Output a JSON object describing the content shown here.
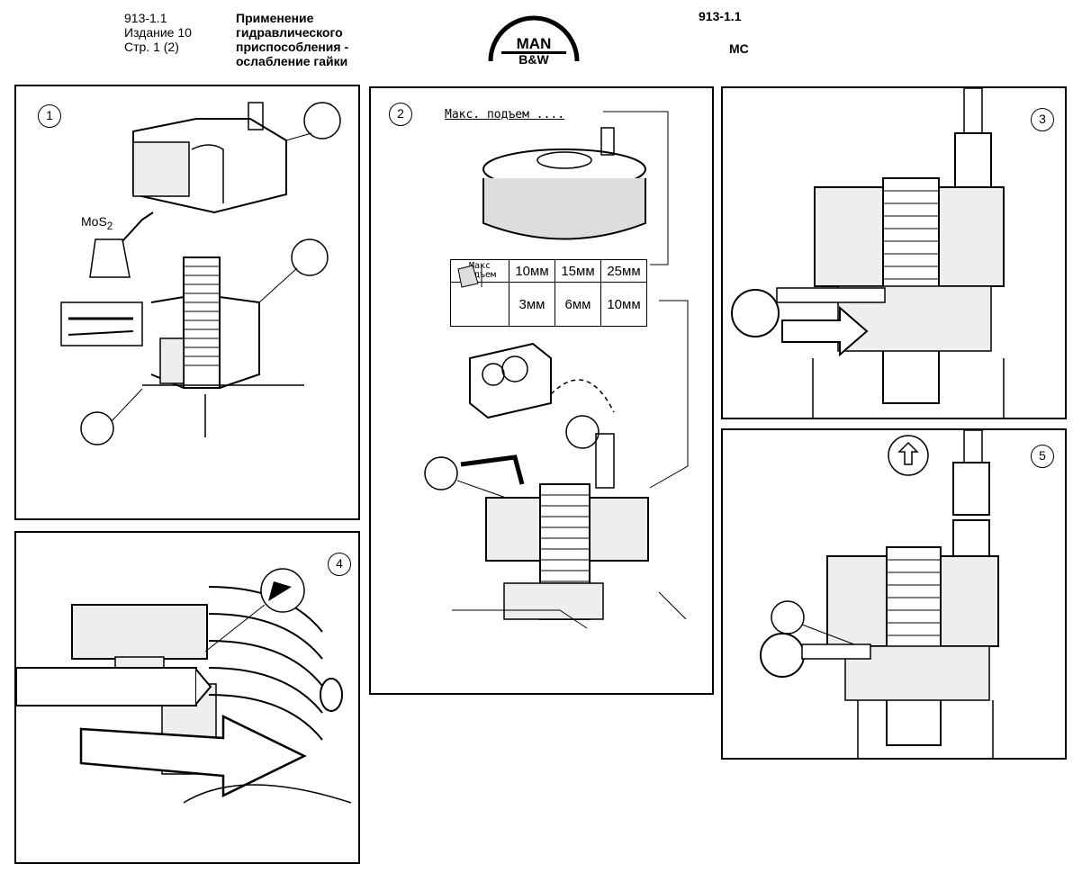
{
  "header": {
    "doc_code": "913-1.1",
    "edition": "Издание 10",
    "page": "Стр. 1 (2)",
    "title_lines": [
      "Применение",
      "гидравлического",
      "приспособления -",
      "ослабление гайки"
    ],
    "right_code": "913-1.1",
    "right_sub": "MC",
    "logo_top": "MAN",
    "logo_bottom": "B&W"
  },
  "panels": {
    "p1": {
      "number": "1",
      "lubricant_label": "MoS",
      "lubricant_sub": "2"
    },
    "p2": {
      "number": "2",
      "max_lift_label": "Макс. подъем ....",
      "table": {
        "header_cell": "Макс подъем",
        "sizes": [
          "10мм",
          "15мм",
          "25мм"
        ],
        "values": [
          "3мм",
          "6мм",
          "10мм"
        ]
      }
    },
    "p3": {
      "number": "3"
    },
    "p4": {
      "number": "4"
    },
    "p5": {
      "number": "5"
    }
  },
  "colors": {
    "ink": "#000000",
    "paper": "#ffffff"
  }
}
